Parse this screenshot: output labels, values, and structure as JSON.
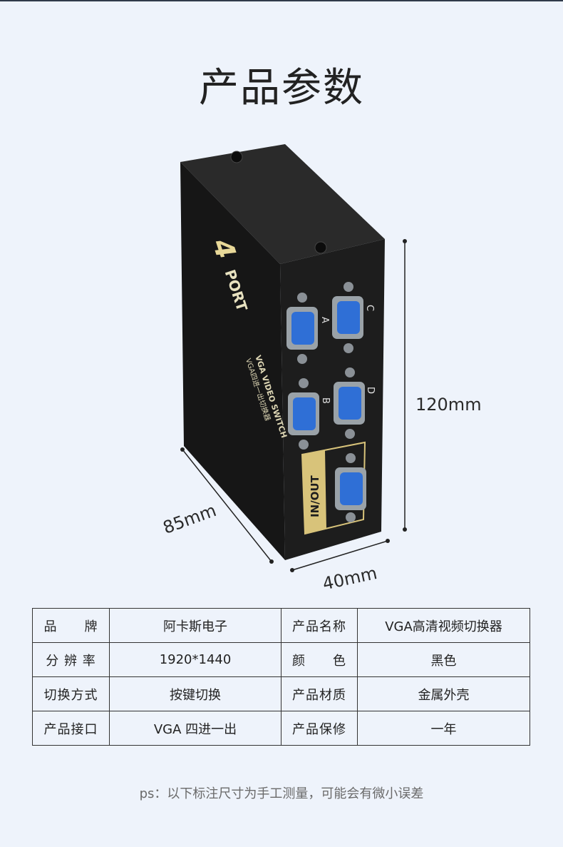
{
  "page": {
    "title": "产品参数",
    "note": "ps：以下标注尺寸为手工测量，可能会有微小误差"
  },
  "figure": {
    "device_brand_number": "4",
    "device_brand_text": "PORT",
    "device_sub_text": "VGA VIDEO SWITCH",
    "device_sub_text2": "VGA四进一出切换器",
    "port_labels": [
      "A",
      "B",
      "C",
      "D"
    ],
    "inout_label": "IN/OUT",
    "dim_height": "120mm",
    "dim_depth": "85mm",
    "dim_width": "40mm"
  },
  "specs": {
    "rows": [
      {
        "label1": "品　　牌",
        "value1": "阿卡斯电子",
        "label2": "产品名称",
        "value2": "VGA高清视频切换器"
      },
      {
        "label1": "分 辨 率",
        "value1": "1920*1440",
        "label2": "颜　　色",
        "value2": "黑色"
      },
      {
        "label1": "切换方式",
        "value1": "按键切换",
        "label2": "产品材质",
        "value2": "金属外壳"
      },
      {
        "label1": "产品接口",
        "value1": "VGA 四进一出",
        "label2": "产品保修",
        "value2": "一年"
      }
    ]
  },
  "colors": {
    "background": "#eef3fb",
    "device_body": "#1c1c1c",
    "vga_blue": "#2f6fd6",
    "gold": "#d8c37a"
  }
}
